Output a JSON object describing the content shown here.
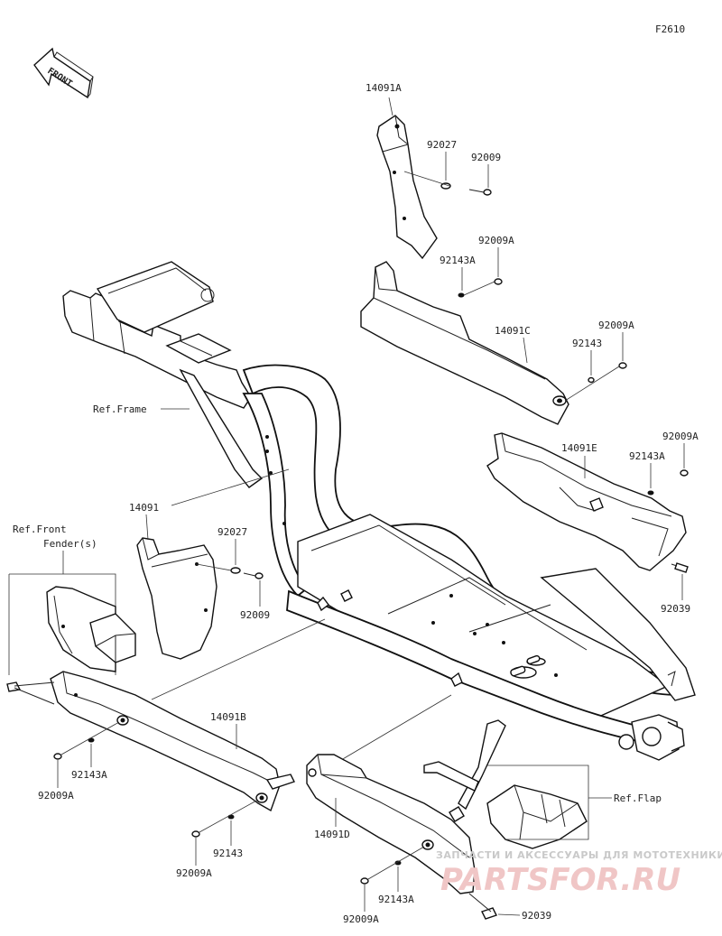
{
  "figure_id": "F2610",
  "front_label": "FRONT",
  "refs": {
    "frame": "Ref.Frame",
    "front_fender_line1": "Ref.Front",
    "front_fender_line2": "Fender(s)",
    "flap": "Ref.Flap"
  },
  "callouts": {
    "p14091A": "14091A",
    "p92027_top": "92027",
    "p92009_top": "92009",
    "p92009A_1": "92009A",
    "p92143A_1": "92143A",
    "p14091C": "14091C",
    "p92009A_2": "92009A",
    "p92143_1": "92143",
    "p14091E": "14091E",
    "p92009A_3": "92009A",
    "p92143A_2": "92143A",
    "p92039_1": "92039",
    "p14091": "14091",
    "p92027_mid": "92027",
    "p92009_mid": "92009",
    "p14091B": "14091B",
    "p92143A_3": "92143A",
    "p92009A_4": "92009A",
    "p92143_2": "92143",
    "p92009A_5": "92009A",
    "p14091D": "14091D",
    "p92143A_4": "92143A",
    "p92009A_6": "92009A",
    "p92039_2": "92039"
  },
  "watermark": {
    "line1": "ЗАПЧАСТИ И АКСЕССУАРЫ ДЛЯ МОТОТЕХНИКИ",
    "line2": "PARTSFOR.RU"
  }
}
